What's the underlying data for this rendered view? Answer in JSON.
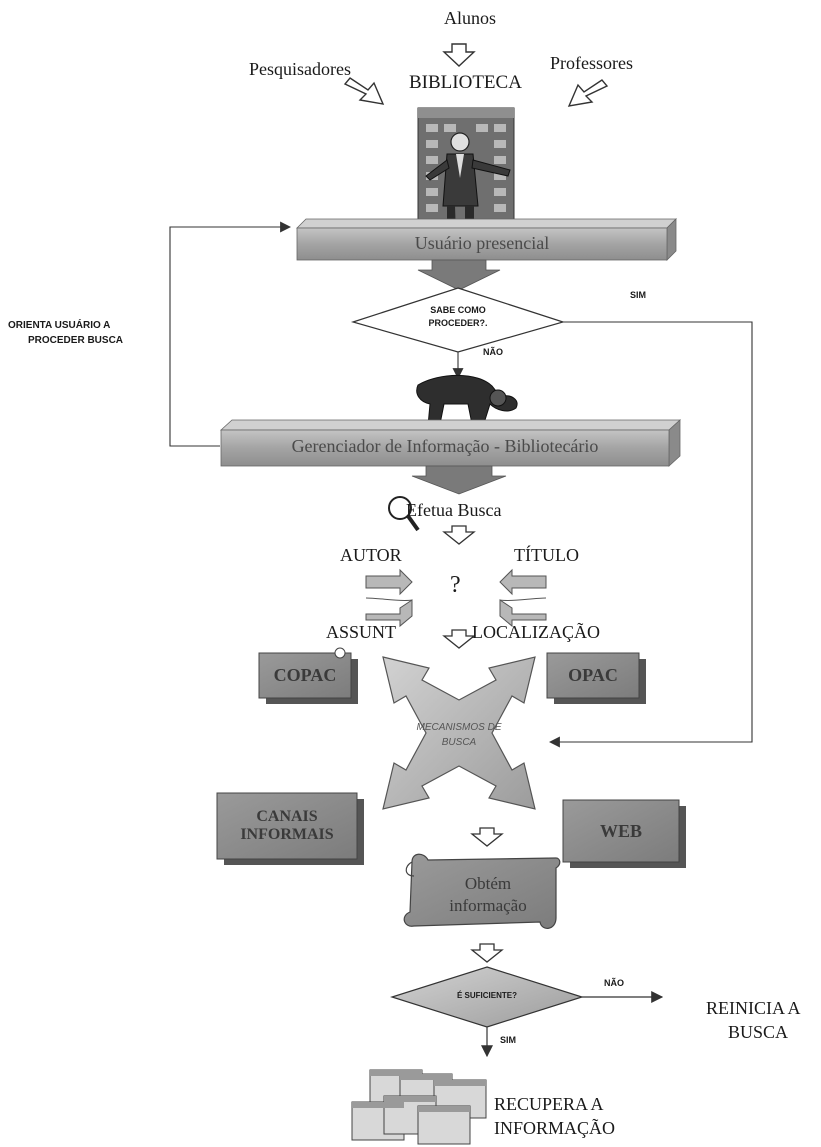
{
  "diagram": {
    "top_label": "Alunos",
    "left_label": "Pesquisadores",
    "right_label": "Professores",
    "library_label": "BIBLIOTECA",
    "user_bar_label": "Usuário presencial",
    "side_note_line1": "ORIENTA USUÁRIO A",
    "side_note_line2": "PROCEDER BUSCA",
    "decision1_line1": "SABE COMO",
    "decision1_line2": "PROCEDER?.",
    "yes_label_1": "SIM",
    "no_label_1": "NÃO",
    "manager_bar_label": "Gerenciador de Informação - Bibliotecário",
    "search_label": "Efetua Busca",
    "author_label": "AUTOR",
    "title_label": "TÍTULO",
    "question_mark": "?",
    "subject_label": "ASSUNT",
    "location_label": "LOCALIZAÇÃO",
    "copac_label": "COPAC",
    "opac_label": "OPAC",
    "mechanisms_line1": "MECANISMOS DE",
    "mechanisms_line2": "BUSCA",
    "informal_channels_label": "CANAIS\nINFORMAIS",
    "web_label": "WEB",
    "obtain_line1": "Obtém",
    "obtain_line2": "informação",
    "decision2_label": "É SUFICIENTE?",
    "no_label_2": "NÃO",
    "restart_line1": "REINICIA A",
    "restart_line2": "BUSCA",
    "yes_label_2": "SIM",
    "recover_line1": "RECUPERA A",
    "recover_line2": "INFORMAÇÃO"
  },
  "colors": {
    "bar_fill": "#a9a9a9",
    "box_fill": "#8c8c8c",
    "line": "#333333",
    "star_fill": "#bdbdbd"
  }
}
